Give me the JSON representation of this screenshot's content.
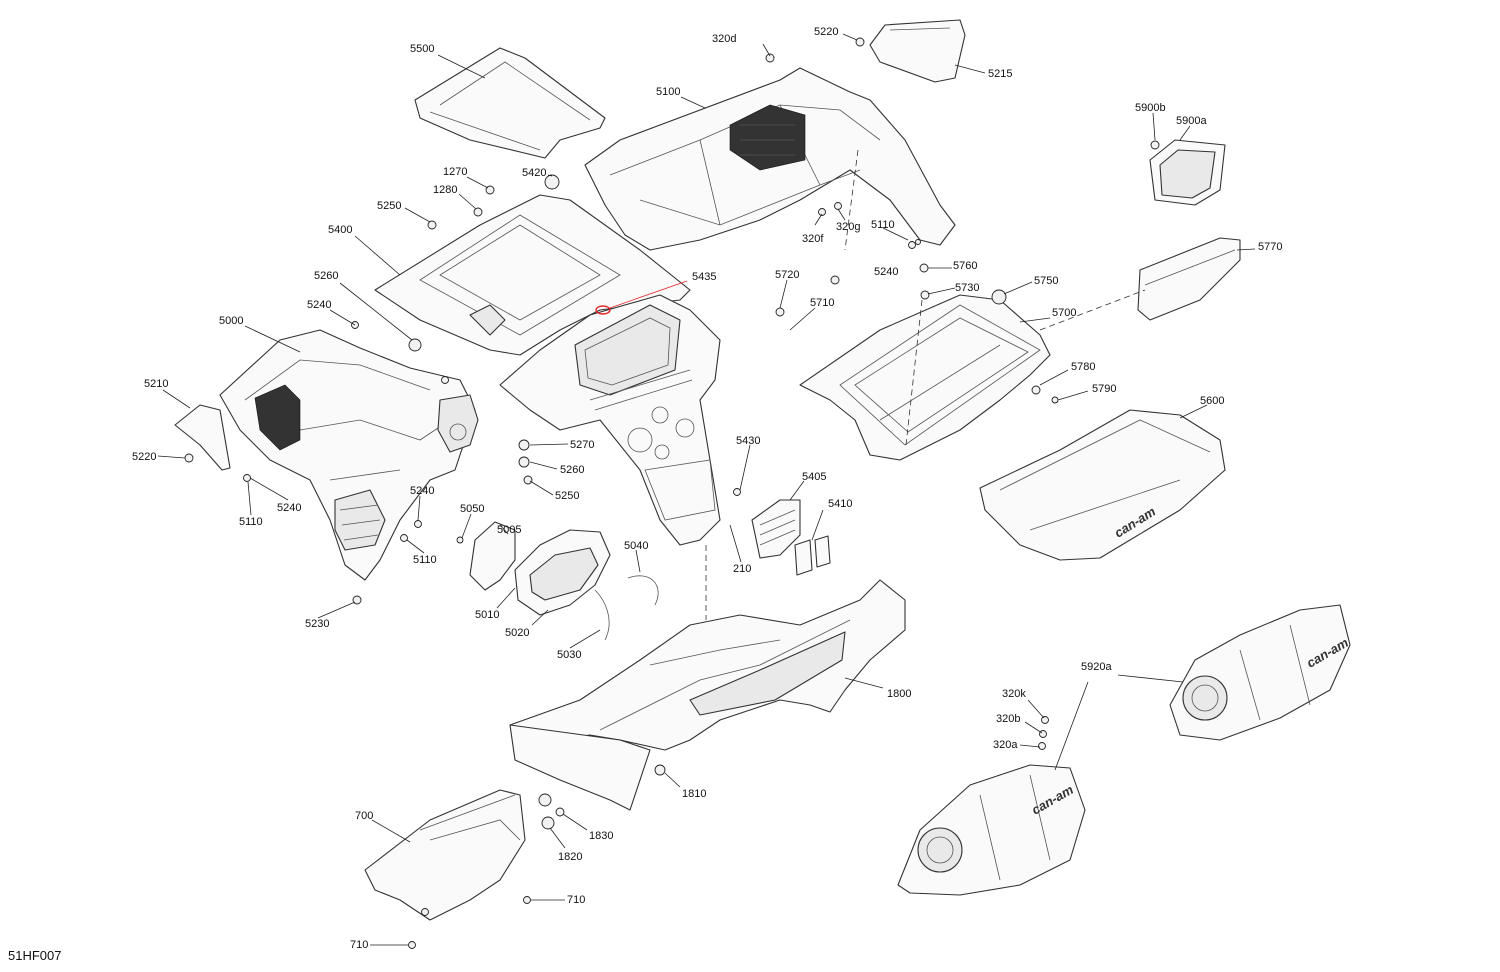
{
  "diagram": {
    "drawing_code": "51HF007",
    "brand_mark": "can-am",
    "highlight_color": "#e52222",
    "callouts": [
      {
        "id": "5500",
        "text": "5500"
      },
      {
        "id": "320d",
        "text": "320d"
      },
      {
        "id": "5220-top",
        "text": "5220"
      },
      {
        "id": "5215",
        "text": "5215"
      },
      {
        "id": "5100",
        "text": "5100"
      },
      {
        "id": "5900b",
        "text": "5900b"
      },
      {
        "id": "5900a",
        "text": "5900a"
      },
      {
        "id": "1270",
        "text": "1270"
      },
      {
        "id": "5420",
        "text": "5420"
      },
      {
        "id": "1280",
        "text": "1280"
      },
      {
        "id": "5250-top",
        "text": "5250"
      },
      {
        "id": "320f",
        "text": "320f"
      },
      {
        "id": "320g",
        "text": "320g"
      },
      {
        "id": "5110-top",
        "text": "5110"
      },
      {
        "id": "5400",
        "text": "5400"
      },
      {
        "id": "5240-top",
        "text": "5240"
      },
      {
        "id": "5770",
        "text": "5770"
      },
      {
        "id": "5720",
        "text": "5720"
      },
      {
        "id": "5760",
        "text": "5760"
      },
      {
        "id": "5435",
        "text": "5435"
      },
      {
        "id": "5260-top",
        "text": "5260"
      },
      {
        "id": "5750",
        "text": "5750"
      },
      {
        "id": "5730",
        "text": "5730"
      },
      {
        "id": "5710",
        "text": "5710"
      },
      {
        "id": "5240-left",
        "text": "5240"
      },
      {
        "id": "5700",
        "text": "5700"
      },
      {
        "id": "5000",
        "text": "5000"
      },
      {
        "id": "5780",
        "text": "5780"
      },
      {
        "id": "5790",
        "text": "5790"
      },
      {
        "id": "5210",
        "text": "5210"
      },
      {
        "id": "5600",
        "text": "5600"
      },
      {
        "id": "5270",
        "text": "5270"
      },
      {
        "id": "5430",
        "text": "5430"
      },
      {
        "id": "5220-left",
        "text": "5220"
      },
      {
        "id": "5260-mid",
        "text": "5260"
      },
      {
        "id": "5250-mid",
        "text": "5250"
      },
      {
        "id": "5405",
        "text": "5405"
      },
      {
        "id": "5240-mid",
        "text": "5240"
      },
      {
        "id": "5240-low",
        "text": "5240"
      },
      {
        "id": "5005",
        "text": "5005"
      },
      {
        "id": "5410",
        "text": "5410"
      },
      {
        "id": "5050",
        "text": "5050"
      },
      {
        "id": "5110-left",
        "text": "5110"
      },
      {
        "id": "5110-mid",
        "text": "5110"
      },
      {
        "id": "5040",
        "text": "5040"
      },
      {
        "id": "210",
        "text": "210"
      },
      {
        "id": "5010",
        "text": "5010"
      },
      {
        "id": "5020",
        "text": "5020"
      },
      {
        "id": "5230",
        "text": "5230"
      },
      {
        "id": "5030",
        "text": "5030"
      },
      {
        "id": "5920a",
        "text": "5920a"
      },
      {
        "id": "1800",
        "text": "1800"
      },
      {
        "id": "320k",
        "text": "320k"
      },
      {
        "id": "320b",
        "text": "320b"
      },
      {
        "id": "320a",
        "text": "320a"
      },
      {
        "id": "1810",
        "text": "1810"
      },
      {
        "id": "700",
        "text": "700"
      },
      {
        "id": "1830",
        "text": "1830"
      },
      {
        "id": "1820",
        "text": "1820"
      },
      {
        "id": "710-right",
        "text": "710"
      },
      {
        "id": "710-bottom",
        "text": "710"
      }
    ]
  }
}
